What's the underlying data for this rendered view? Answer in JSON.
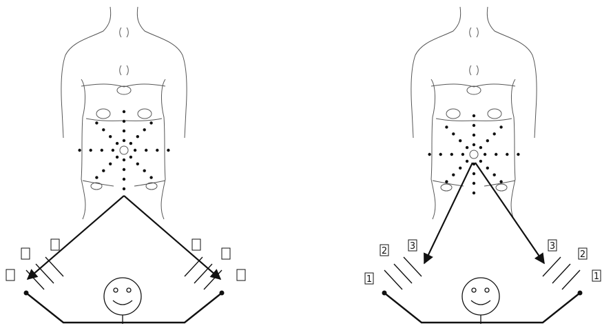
{
  "left_panel": {
    "labels": [
      "",
      "",
      "",
      "",
      "",
      ""
    ]
  },
  "right_panel": {
    "labels": [
      "1",
      "2",
      "3",
      "3",
      "2",
      "1"
    ]
  }
}
